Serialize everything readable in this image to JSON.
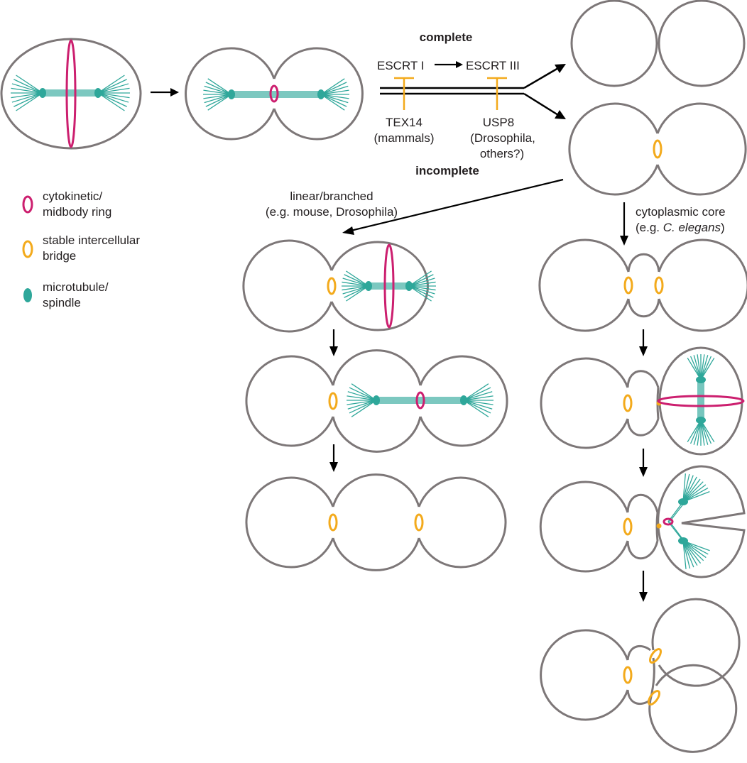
{
  "labels": {
    "complete": "complete",
    "incomplete": "incomplete",
    "escrt1": "ESCRT I",
    "escrt3": "ESCRT III",
    "tex14_line1": "TEX14",
    "tex14_line2": "(mammals)",
    "usp8_line1": "USP8",
    "usp8_line2": "(Drosophila,",
    "usp8_line3": "others?)",
    "linear_line1": "linear/branched",
    "linear_line2": "(e.g. mouse, Drosophila)",
    "core_line1": "cytoplasmic core",
    "core_prefix": "(e.g. ",
    "core_species": "C. elegans",
    "core_suffix": ")"
  },
  "legend": [
    {
      "lines": [
        "cytokinetic/",
        "midbody ring"
      ],
      "symbol": "ring",
      "color": "#cc1f6f"
    },
    {
      "lines": [
        "stable intercellular",
        "bridge"
      ],
      "symbol": "ring",
      "color": "#f3aa1c"
    },
    {
      "lines": [
        "microtubule/",
        "spindle"
      ],
      "symbol": "dot",
      "color": "#2ea79a"
    }
  ],
  "colors": {
    "cell_outline": "#7d7778",
    "contractile_ring": "#cc1f6f",
    "stable_bridge": "#f3aa1c",
    "spindle": "#2ea79a"
  }
}
